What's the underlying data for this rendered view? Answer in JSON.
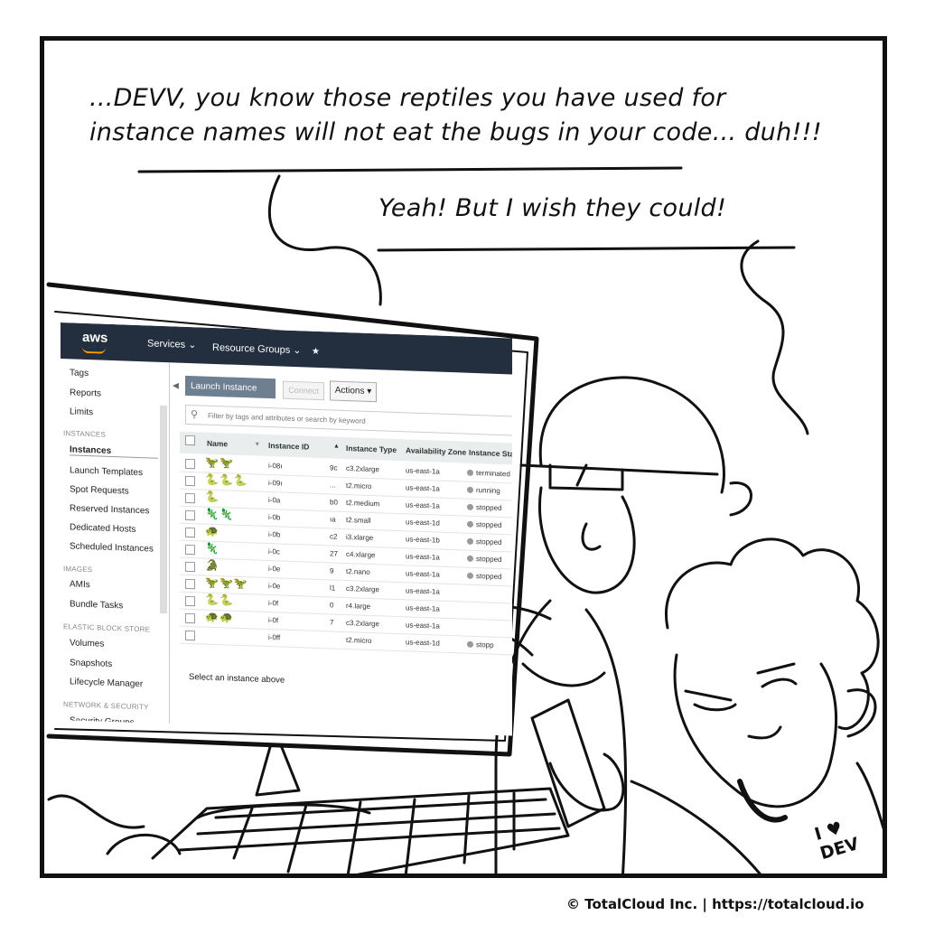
{
  "speech": {
    "line1": "...DEVV, you know those reptiles you have used for",
    "line2": "instance names will not eat the bugs in your code... duh!!!",
    "reply": "Yeah! But I wish they could!"
  },
  "tattoo": "I ♥ DEV",
  "copyright": "© TotalCloud Inc. | https://totalcloud.io",
  "aws": {
    "logo": "aws",
    "services": "Services ⌄",
    "resource_groups": "Resource Groups ⌄",
    "pin": "★"
  },
  "sidebar": {
    "items_top": [
      "Tags",
      "Reports",
      "Limits"
    ],
    "sec_instances": "INSTANCES",
    "instances": [
      "Instances",
      "Launch Templates",
      "Spot Requests",
      "Reserved Instances",
      "Dedicated Hosts",
      "Scheduled Instances"
    ],
    "sec_images": "IMAGES",
    "images": [
      "AMIs",
      "Bundle Tasks"
    ],
    "sec_ebs": "ELASTIC BLOCK STORE",
    "ebs": [
      "Volumes",
      "Snapshots",
      "Lifecycle Manager"
    ],
    "sec_network": "NETWORK & SECURITY",
    "network": [
      "Security Groups"
    ]
  },
  "toolbar": {
    "launch": "Launch Instance",
    "launch_caret": "▾",
    "connect": "Connect",
    "actions": "Actions ▾"
  },
  "filter": {
    "placeholder": "Filter by tags and attributes or search by keyword"
  },
  "table": {
    "columns": [
      "Name",
      "Instance ID",
      "Instance Type",
      "Availability Zone",
      "Instance State"
    ],
    "sort_caret": "▲",
    "rows": [
      {
        "icons": "🦖🦖",
        "id": "i-08ı",
        "id_suffix": "9c",
        "type": "c3.2xlarge",
        "az": "us-east-1a",
        "state": "terminated"
      },
      {
        "icons": "🐍🐍🐍",
        "id": "i-09ı",
        "id_suffix": "...",
        "type": "t2.micro",
        "az": "us-east-1a",
        "state": "running"
      },
      {
        "icons": "🐍",
        "id": "i-0a",
        "id_suffix": "b0",
        "type": "t2.medium",
        "az": "us-east-1a",
        "state": "stopped"
      },
      {
        "icons": "🦎🦎",
        "id": "i-0b",
        "id_suffix": "ıa",
        "type": "t2.small",
        "az": "us-east-1d",
        "state": "stopped"
      },
      {
        "icons": "🐢",
        "id": "i-0b",
        "id_suffix": "c2",
        "type": "i3.xlarge",
        "az": "us-east-1b",
        "state": "stopped"
      },
      {
        "icons": "🦎",
        "id": "i-0c",
        "id_suffix": "27",
        "type": "c4.xlarge",
        "az": "us-east-1a",
        "state": "stopped"
      },
      {
        "icons": "🐊",
        "id": "i-0e",
        "id_suffix": "9",
        "type": "t2.nano",
        "az": "us-east-1a",
        "state": "stopped"
      },
      {
        "icons": "🦖🦖🦖",
        "id": "i-0e",
        "id_suffix": "l1",
        "type": "c3.2xlarge",
        "az": "us-east-1a",
        "state": ""
      },
      {
        "icons": "🐍🐍",
        "id": "i-0f",
        "id_suffix": "0",
        "type": "r4.large",
        "az": "us-east-1a",
        "state": ""
      },
      {
        "icons": "🐢🐢",
        "id": "i-0f",
        "id_suffix": "7",
        "type": "c3.2xlarge",
        "az": "us-east-1a",
        "state": ""
      },
      {
        "icons": "",
        "id": "i-0ff",
        "id_suffix": "",
        "type": "t2.micro",
        "az": "us-east-1d",
        "state": "stopp"
      }
    ]
  },
  "select_msg": "Select an instance above",
  "colors": {
    "aws_bar": "#232f3e",
    "aws_orange": "#ff9900",
    "button": "#6d7f91",
    "ink": "#111111"
  }
}
